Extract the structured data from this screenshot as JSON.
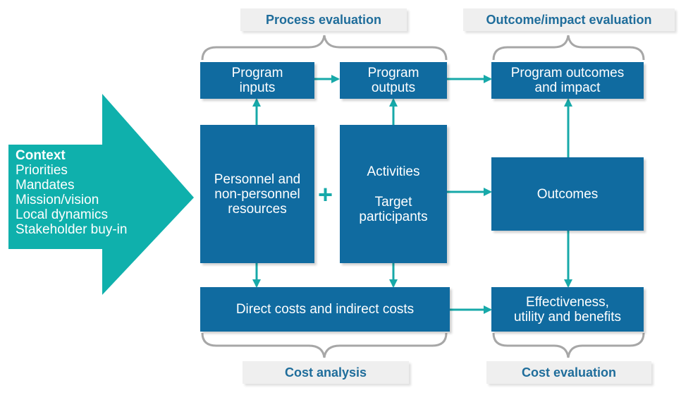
{
  "colors": {
    "node_fill": "#106ba0",
    "arrow_teal": "#17a9a9",
    "context_arrow": "#0fb0ac",
    "label_text": "#1f6d9b",
    "label_fill": "#efefef",
    "bracket": "#a7a7a7"
  },
  "labels": {
    "process_evaluation": "Process evaluation",
    "outcome_impact_evaluation": "Outcome/impact evaluation",
    "cost_analysis": "Cost analysis",
    "cost_evaluation": "Cost evaluation"
  },
  "context": {
    "title": "Context",
    "items": [
      "Priorities",
      "Mandates",
      "Mission/vision",
      "Local dynamics",
      "Stakeholder buy-in"
    ]
  },
  "nodes": {
    "program_inputs": [
      "Program",
      "inputs"
    ],
    "program_outputs": [
      "Program",
      "outputs"
    ],
    "program_outcomes": [
      "Program outcomes",
      "and impact"
    ],
    "resources": [
      "Personnel and",
      "non-personnel",
      "resources"
    ],
    "activities": "Activities",
    "target_participants": [
      "Target",
      "participants"
    ],
    "outcomes": "Outcomes",
    "costs": "Direct costs and indirect costs",
    "effectiveness": [
      "Effectiveness,",
      "utility and benefits"
    ]
  },
  "symbols": {
    "plus": "+"
  }
}
